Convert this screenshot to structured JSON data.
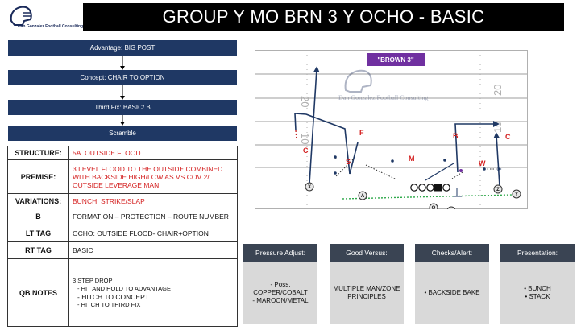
{
  "header": {
    "logo_text": "Dan Gonzalez Football Consulting",
    "title": "GROUP Y MO BRN 3 Y OCHO - BASIC"
  },
  "flow": [
    "Advantage: BIG POST",
    "Concept:  CHAIR TO OPTION",
    "Third Fix: BASIC/ B",
    "Scramble"
  ],
  "table": {
    "structure": {
      "label": "STRUCTURE:",
      "value": "5A. OUTSIDE FLOOD"
    },
    "premise": {
      "label": "PREMISE:",
      "value": "3 LEVEL FLOOD TO THE OUTSIDE COMBINED WITH BACKSIDE HIGH/LOW AS VS COV 2/ OUTSIDE LEVERAGE MAN"
    },
    "variations": {
      "label": "VARIATIONS:",
      "value": "BUNCH, STRIKE/SLAP"
    },
    "b": {
      "label": "B",
      "value": "FORMATION – PROTECTION – ROUTE NUMBER"
    },
    "lt_tag": {
      "label": "LT TAG",
      "value": "OCHO: OUTSIDE FLOOD- CHAIR+OPTION"
    },
    "rt_tag": {
      "label": "RT TAG",
      "value": "BASIC"
    },
    "qb_notes": {
      "label": "QB NOTES",
      "lines": [
        "3 STEP DROP",
        "-   HIT AND HOLD TO ADVANTAGE",
        "-   HITCH TO CONCEPT",
        "-   HITCH TO THIRD FIX"
      ]
    }
  },
  "diagram": {
    "badge": "\"BROWN 3\"",
    "watermark": "Dan Gonzalez Football Consulting",
    "yard_left": "20",
    "yard_right": "20",
    "hash_left": "10",
    "hash_right": "10",
    "players": [
      "X",
      "A",
      "Q",
      "B",
      "Z",
      "Y"
    ],
    "defenders": [
      "F",
      "C",
      "S",
      "M",
      "B",
      "C",
      "W"
    ]
  },
  "cards": [
    {
      "title": "Pressure Adjust:",
      "lines": [
        "- Poss. COPPER/COBALT",
        "- MAROON/METAL"
      ]
    },
    {
      "title": "Good Versus:",
      "lines": [
        "MULTIPLE MAN/ZONE PRINCIPLES"
      ]
    },
    {
      "title": "Checks/Alert:",
      "lines": [
        "• BACKSIDE BAKE"
      ]
    },
    {
      "title": "Presentation:",
      "lines": [
        "• BUNCH",
        "• STACK"
      ]
    }
  ],
  "colors": {
    "navy": "#1f3864",
    "purple": "#7030a0",
    "red": "#d42020",
    "green": "#2ea84a",
    "card_head": "#3a4453",
    "card_body": "#d9d9d9"
  }
}
